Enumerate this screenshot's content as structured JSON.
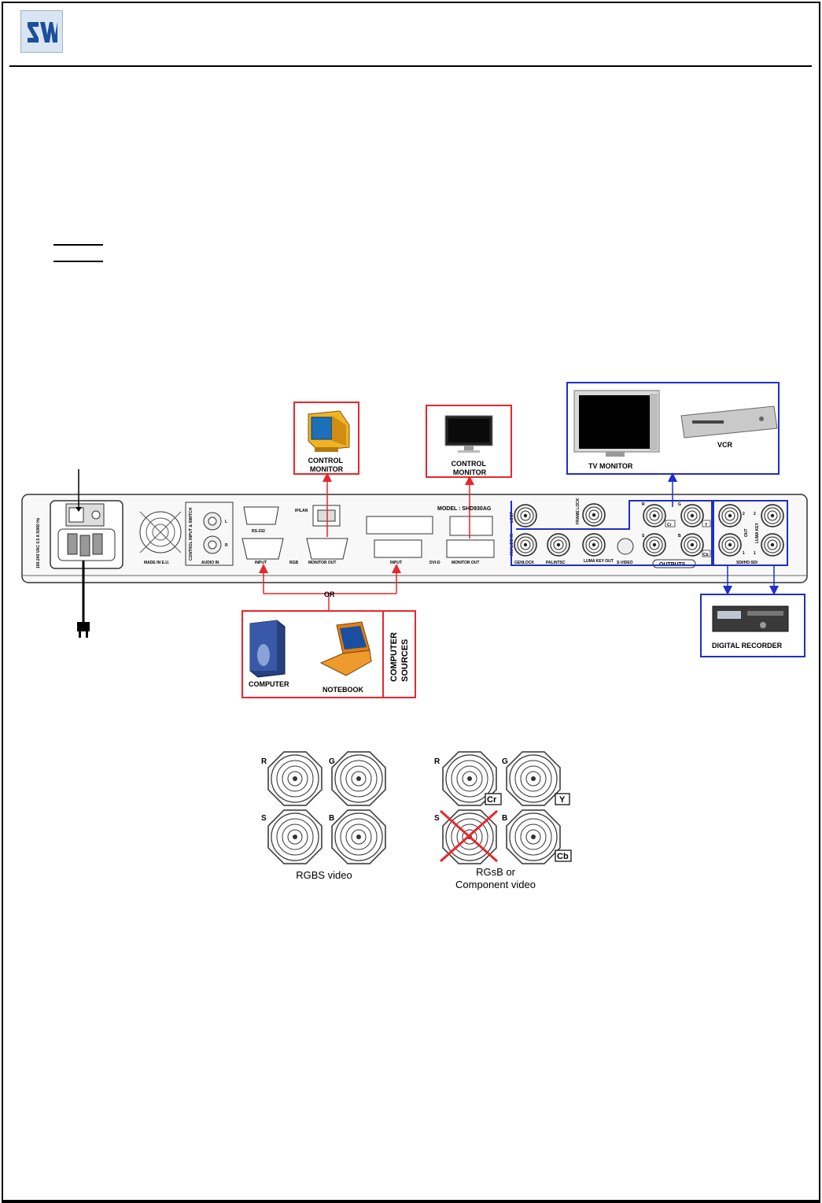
{
  "colors": {
    "source_box": "#e8262c",
    "output_box": "#1f2fc8",
    "frame": "#000000"
  },
  "logo": {
    "icon": "sw-logo-icon"
  },
  "panel": {
    "model": "MODEL : SHD930AG",
    "made_in": "MADE IN E.U.",
    "power_rating": "100-240 VAC 0.5 A 50/60 Hz",
    "control_input": "CONTROL INPUT & SWITCH",
    "rs232": "RS-232",
    "ip_lan": "IP/LAN",
    "audio_in": "AUDIO IN",
    "audio_l": "L",
    "audio_r": "R",
    "input": "INPUT",
    "rgb": "RGB",
    "monitor_out": "MONITOR OUT",
    "dvi_input": "INPUT",
    "dvi_label": "DVI-D",
    "dvi_monitor_out": "MONITOR OUT",
    "loop": "LOOP",
    "analog_in": "ANALOG IN",
    "genlock": "GENLOCK",
    "frame_lock": "FRAME LOCK",
    "pal_ntsc": "PAL/NTSC",
    "luma_key_out": "LUMA KEY OUT",
    "s_video": "S-VIDEO",
    "outputs": "OUTPUTS",
    "sdi_out": "OUT",
    "sdi_luma_key": "LUMA KEY",
    "sdi_hd": "SDI/HD-SDI",
    "sdi_2a": "2",
    "sdi_2b": "2",
    "sdi_1a": "1",
    "sdi_1b": "1",
    "bnc_r": "R",
    "bnc_g": "G",
    "bnc_s": "S",
    "bnc_b": "B",
    "tag_cr": "Cr",
    "tag_y": "Y",
    "tag_cb": "Cb"
  },
  "devices": {
    "control_monitor_1": "CONTROL\nMONITOR",
    "control_monitor_2": "CONTROL\nMONITOR",
    "tv_monitor": "TV MONITOR",
    "vcr": "VCR",
    "digital_recorder": "DIGITAL RECORDER",
    "computer": "COMPUTER",
    "notebook": "NOTEBOOK",
    "computer_sources": "COMPUTER\nSOURCES",
    "or_label": "OR"
  },
  "bnc_detail": {
    "left": {
      "r": "R",
      "g": "G",
      "s": "S",
      "b": "B",
      "caption": "RGBS video"
    },
    "right": {
      "r": "R",
      "g": "G",
      "s": "S",
      "b": "B",
      "tag_cr": "Cr",
      "tag_y": "Y",
      "tag_cb": "Cb",
      "caption_line1": "RGsB or",
      "caption_line2": "Component video"
    }
  }
}
